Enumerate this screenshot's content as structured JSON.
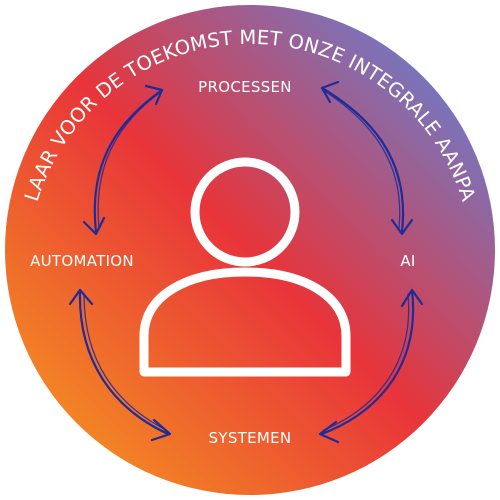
{
  "diagram": {
    "title": "KLAAR VOOR DE TOEKOMST MET ONZE INTEGRALE AANPAK",
    "nodes": {
      "top": "PROCESSEN",
      "right": "AI",
      "bottom": "SYSTEMEN",
      "left": "AUTOMATION"
    },
    "center_icon": "person-icon",
    "arrow_icon": "double-headed-arrow-icon",
    "colors": {
      "gradient_start": "#f7a41c",
      "gradient_mid": "#e8343a",
      "gradient_end": "#4c8ef0",
      "arrows": "#1e2c9a",
      "text": "#ffffff"
    }
  }
}
